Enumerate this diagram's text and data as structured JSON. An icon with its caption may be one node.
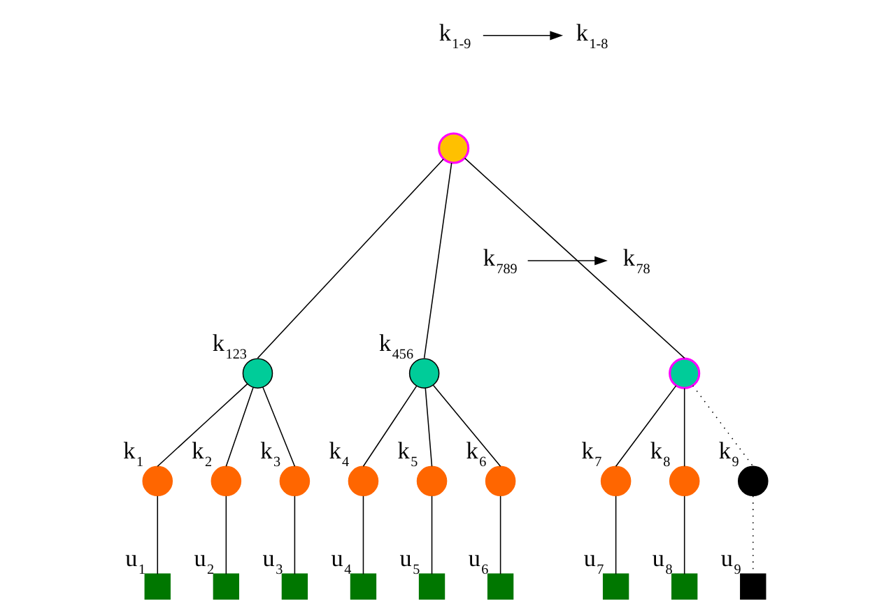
{
  "diagram": {
    "nodes": [
      {
        "text": [
          "k$_{1-9}$"
        ]
      },
      {
        "text": [
          "k$_{1-8}$"
        ]
      },
      {
        "text": [],
        "shape": "circle"
      },
      {
        "text": [],
        "shape": "circle",
        "beside": [
          "k$_{123}$"
        ]
      },
      {
        "text": [],
        "shape": "circle",
        "beside": [
          "k$_{456}$"
        ]
      },
      {
        "text": [
          "k$_{789}$"
        ]
      },
      {
        "text": [
          "k$_{78}$"
        ]
      },
      {
        "text": [],
        "shape": "circle"
      },
      {
        "text": [],
        "shape": "circle",
        "beside": [
          "k$_{1}$"
        ]
      },
      {
        "text": [],
        "shape": "circle",
        "beside": [
          "k$_{2}$"
        ]
      },
      {
        "text": [],
        "shape": "circle",
        "beside": [
          "k$_{3}$"
        ]
      },
      {
        "text": [],
        "shape": "circle",
        "beside": [
          "k$_{4}$"
        ]
      },
      {
        "text": [],
        "shape": "circle",
        "beside": [
          "k$_{5}$"
        ]
      },
      {
        "text": [],
        "shape": "circle",
        "beside": [
          "k$_{6}$"
        ]
      },
      {
        "text": [],
        "shape": "circle",
        "beside": [
          "k$_{7}$"
        ]
      },
      {
        "text": [],
        "shape": "circle",
        "beside": [
          "k$_{8}$"
        ]
      },
      {
        "text": [],
        "shape": "circle",
        "beside": [
          "k$_{9}$"
        ]
      },
      {
        "text": [],
        "shape": "box",
        "beside": [
          "u$_{1}$"
        ]
      },
      {
        "text": [],
        "shape": "box",
        "beside": [
          "u$_{2}$"
        ]
      },
      {
        "text": [],
        "shape": "box",
        "beside": [
          "u$_{3}$"
        ]
      },
      {
        "text": [],
        "shape": "box",
        "beside": [
          "u$_{4}$"
        ]
      },
      {
        "text": [],
        "shape": "box",
        "beside": [
          "u$_{5}$"
        ]
      },
      {
        "text": [],
        "shape": "box",
        "beside": [
          "u$_{6}$"
        ]
      },
      {
        "text": [],
        "shape": "box",
        "beside": [
          "u$_{7}$"
        ]
      },
      {
        "text": [],
        "shape": "box",
        "beside": [
          "u$_{8}$"
        ]
      },
      {
        "text": [],
        "shape": "box",
        "beside": [
          "u$_{9}$"
        ]
      }
    ],
    "edges": [
      {
        "from": 0,
        "to": 1,
        "arrow": "to"
      },
      {
        "from": 5,
        "to": 6,
        "arrow": "to"
      },
      {
        "from": 2,
        "to": 3,
        "arrow": "none"
      },
      {
        "from": 2,
        "to": 4,
        "arrow": "none"
      },
      {
        "from": 2,
        "to": 7,
        "arrow": "none"
      },
      {
        "from": 3,
        "to": 8,
        "arrow": "none"
      },
      {
        "from": 3,
        "to": 9,
        "arrow": "none"
      },
      {
        "from": 3,
        "to": 10,
        "arrow": "none"
      },
      {
        "from": 4,
        "to": 11,
        "arrow": "none"
      },
      {
        "from": 4,
        "to": 12,
        "arrow": "none"
      },
      {
        "from": 4,
        "to": 13,
        "arrow": "none"
      },
      {
        "from": 7,
        "to": 14,
        "arrow": "none"
      },
      {
        "from": 7,
        "to": 15,
        "arrow": "none"
      },
      {
        "from": 7,
        "to": 16,
        "arrow": "none",
        "style": "dashed"
      },
      {
        "from": 8,
        "to": 17,
        "arrow": "none"
      },
      {
        "from": 9,
        "to": 18,
        "arrow": "none"
      },
      {
        "from": 10,
        "to": 19,
        "arrow": "none"
      },
      {
        "from": 11,
        "to": 20,
        "arrow": "none"
      },
      {
        "from": 12,
        "to": 21,
        "arrow": "none"
      },
      {
        "from": 13,
        "to": 22,
        "arrow": "none"
      },
      {
        "from": 14,
        "to": 23,
        "arrow": "none"
      },
      {
        "from": 15,
        "to": 24,
        "arrow": "none"
      },
      {
        "from": 16,
        "to": 25,
        "arrow": "none",
        "style": "dashed"
      }
    ]
  }
}
